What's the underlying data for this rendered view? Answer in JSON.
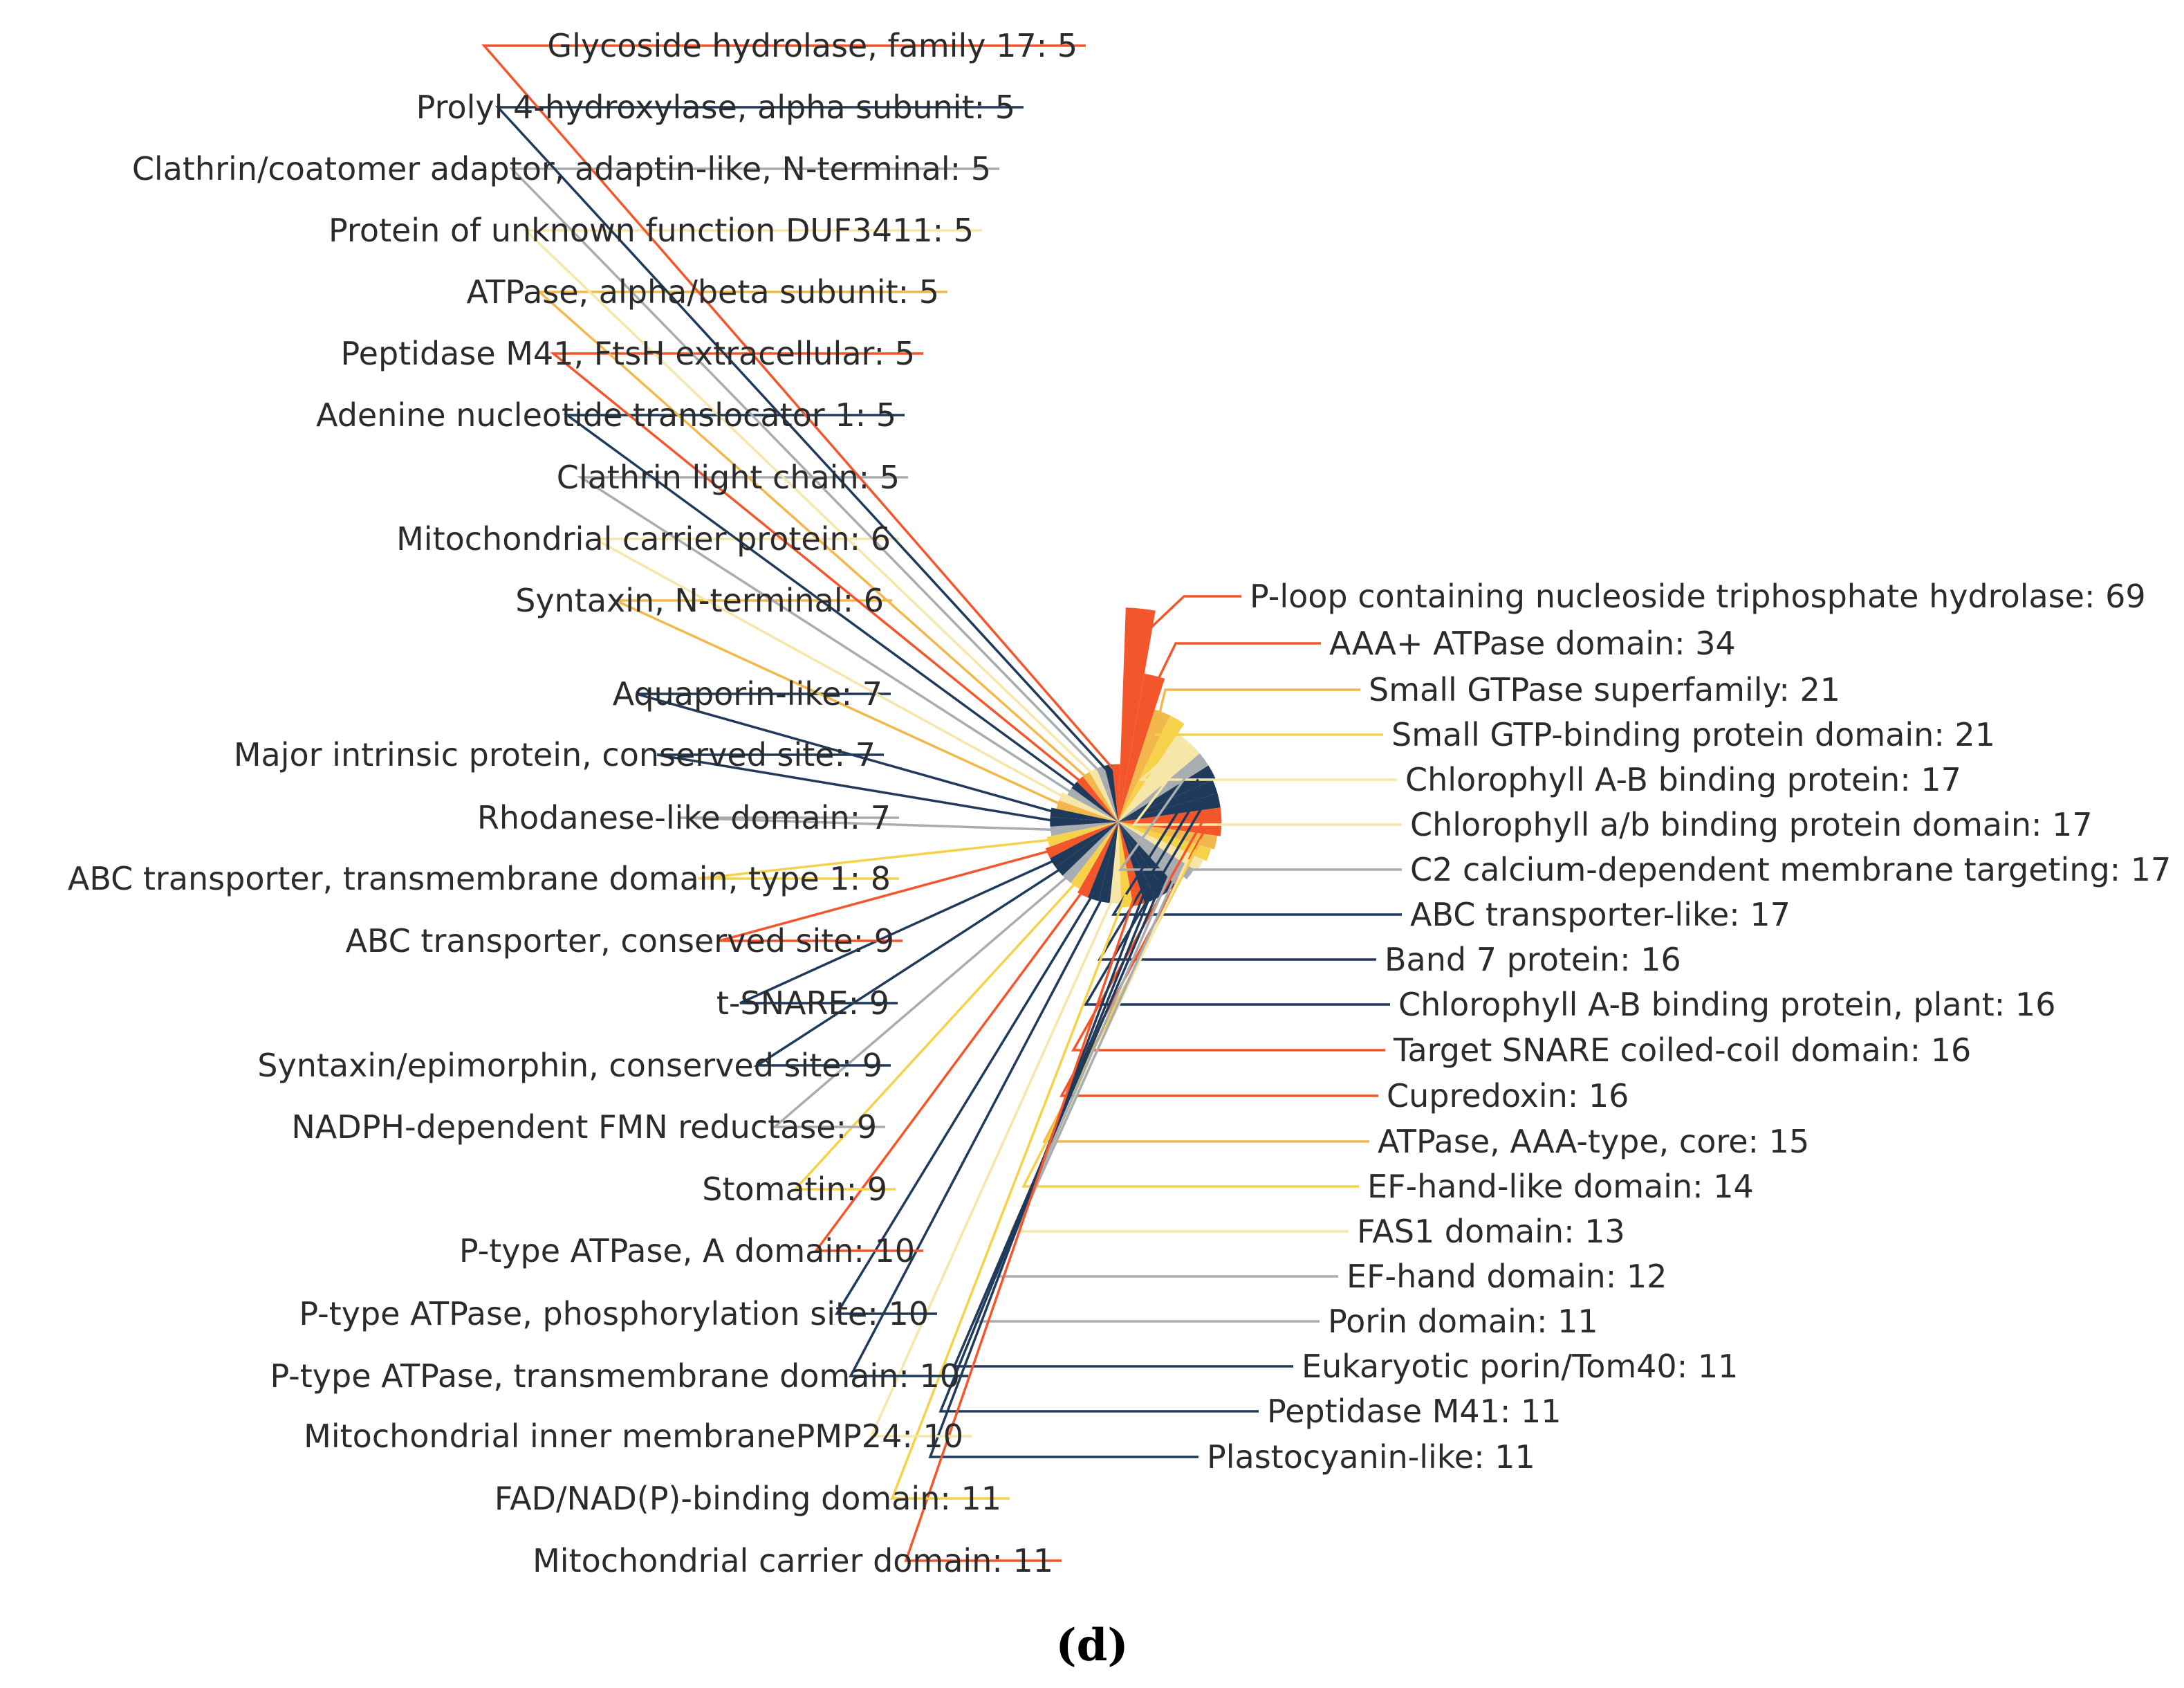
{
  "panel_label": "(d)",
  "colors": {
    "red": "#f4562c",
    "navy": "#1f3a5a",
    "gray": "#a8adb2",
    "cream": "#f6e7a8",
    "gold": "#f2b84b",
    "yellow": "#f6d24a"
  },
  "chart_data": {
    "type": "pie",
    "subtype": "rose",
    "slices": [
      {
        "label": "P-loop containing nucleoside triphosphate hydrolase",
        "value": 69,
        "color": "red"
      },
      {
        "label": "AAA+ ATPase domain",
        "value": 34,
        "color": "red"
      },
      {
        "label": "Small GTPase superfamily",
        "value": 21,
        "color": "gold"
      },
      {
        "label": "Small GTP-binding protein domain",
        "value": 21,
        "color": "yellow"
      },
      {
        "label": "Chlorophyll A-B binding protein",
        "value": 17,
        "color": "cream"
      },
      {
        "label": "Chlorophyll a/b binding protein domain",
        "value": 17,
        "color": "cream"
      },
      {
        "label": "C2 calcium-dependent membrane targeting",
        "value": 17,
        "color": "gray"
      },
      {
        "label": "ABC transporter-like",
        "value": 17,
        "color": "navy"
      },
      {
        "label": "Band 7 protein",
        "value": 16,
        "color": "navy"
      },
      {
        "label": "Chlorophyll A-B binding protein, plant",
        "value": 16,
        "color": "navy"
      },
      {
        "label": "Target SNARE coiled-coil domain",
        "value": 16,
        "color": "red"
      },
      {
        "label": "Cupredoxin",
        "value": 16,
        "color": "red"
      },
      {
        "label": "ATPase, AAA-type, core",
        "value": 15,
        "color": "gold"
      },
      {
        "label": "EF-hand-like domain",
        "value": 14,
        "color": "yellow"
      },
      {
        "label": "FAS1 domain",
        "value": 13,
        "color": "cream"
      },
      {
        "label": "EF-hand domain",
        "value": 12,
        "color": "gray"
      },
      {
        "label": "Porin domain",
        "value": 11,
        "color": "gray"
      },
      {
        "label": "Eukaryotic porin/Tom40",
        "value": 11,
        "color": "navy"
      },
      {
        "label": "Peptidase M41",
        "value": 11,
        "color": "navy"
      },
      {
        "label": "Plastocyanin-like",
        "value": 11,
        "color": "navy"
      },
      {
        "label": "Mitochondrial carrier domain",
        "value": 11,
        "color": "red"
      },
      {
        "label": "FAD/NAD(P)-binding domain",
        "value": 11,
        "color": "yellow"
      },
      {
        "label": "Mitochondrial inner membranePMP24",
        "value": 10,
        "color": "cream"
      },
      {
        "label": "P-type ATPase, transmembrane domain",
        "value": 10,
        "color": "navy"
      },
      {
        "label": "P-type ATPase, phosphorylation site",
        "value": 10,
        "color": "navy"
      },
      {
        "label": "P-type ATPase, A domain",
        "value": 10,
        "color": "red"
      },
      {
        "label": "Stomatin",
        "value": 9,
        "color": "yellow"
      },
      {
        "label": "NADPH-dependent FMN reductase",
        "value": 9,
        "color": "gray"
      },
      {
        "label": "Syntaxin/epimorphin, conserved site",
        "value": 9,
        "color": "navy"
      },
      {
        "label": "t-SNARE",
        "value": 9,
        "color": "navy"
      },
      {
        "label": "ABC transporter, conserved site",
        "value": 9,
        "color": "red"
      },
      {
        "label": "ABC transporter, transmembrane domain, type 1",
        "value": 8,
        "color": "yellow"
      },
      {
        "label": "Rhodanese-like domain",
        "value": 7,
        "color": "gray"
      },
      {
        "label": "Major intrinsic protein, conserved site",
        "value": 7,
        "color": "navy"
      },
      {
        "label": "Aquaporin-like",
        "value": 7,
        "color": "navy"
      },
      {
        "label": "Syntaxin, N-terminal",
        "value": 6,
        "color": "gold"
      },
      {
        "label": "Mitochondrial carrier protein",
        "value": 6,
        "color": "cream"
      },
      {
        "label": "Clathrin light chain",
        "value": 5,
        "color": "gray"
      },
      {
        "label": "Adenine nucleotide translocator 1",
        "value": 5,
        "color": "navy"
      },
      {
        "label": "Peptidase M41, FtsH extracellular",
        "value": 5,
        "color": "red"
      },
      {
        "label": "ATPase, alpha/beta subunit",
        "value": 5,
        "color": "gold"
      },
      {
        "label": "Protein of unknown function DUF3411",
        "value": 5,
        "color": "cream"
      },
      {
        "label": "Clathrin/coatomer adaptor, adaptin-like, N-terminal",
        "value": 5,
        "color": "gray"
      },
      {
        "label": "Prolyl 4-hydroxylase, alpha subunit",
        "value": 5,
        "color": "navy"
      },
      {
        "label": "Glycoside hydrolase, family 17",
        "value": 5,
        "color": "red"
      }
    ]
  }
}
